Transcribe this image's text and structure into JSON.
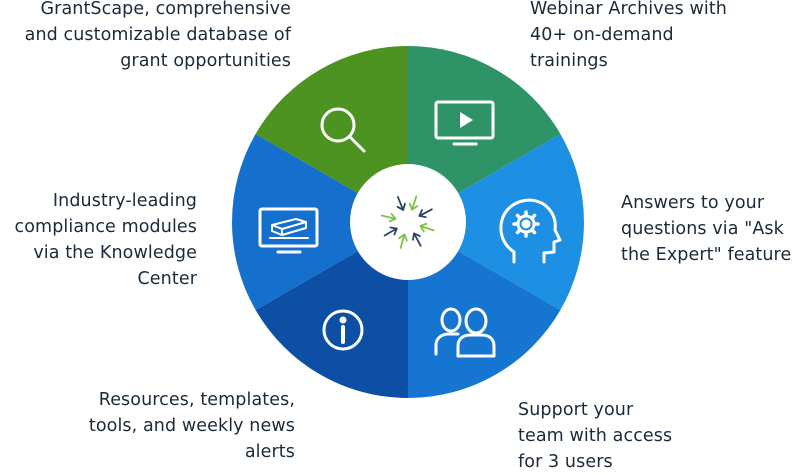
{
  "colors": {
    "grantscape": "#2e9468",
    "webinar": "#1e90e3",
    "answers": "#1675d0",
    "support": "#0d4fa5",
    "resources": "#156fcc",
    "compliance": "#4c9321",
    "hub_green": "#7cc243",
    "hub_navy": "#2c4560",
    "text": "#1b2a3a"
  },
  "segments": [
    {
      "id": "grantscape",
      "icon": "magnifier-icon",
      "lines": [
        "GrantScape, comprehensive",
        "and customizable database of",
        "grant opportunities"
      ]
    },
    {
      "id": "webinar",
      "icon": "monitor-play-icon",
      "lines": [
        "Webinar Archives with",
        "40+ on-demand",
        "trainings"
      ]
    },
    {
      "id": "answers",
      "icon": "head-gear-icon",
      "lines": [
        "Answers to your",
        "questions via \"Ask",
        "the Expert\" feature"
      ]
    },
    {
      "id": "support",
      "icon": "users-icon",
      "lines": [
        "Support your",
        "team with access",
        "for 3 users"
      ]
    },
    {
      "id": "resources",
      "icon": "info-icon",
      "lines": [
        "Resources, templates,",
        "tools, and weekly news",
        "alerts"
      ]
    },
    {
      "id": "compliance",
      "icon": "books-monitor-icon",
      "lines": [
        "Industry-leading",
        "compliance modules",
        "via the Knowledge",
        "Center"
      ]
    }
  ]
}
